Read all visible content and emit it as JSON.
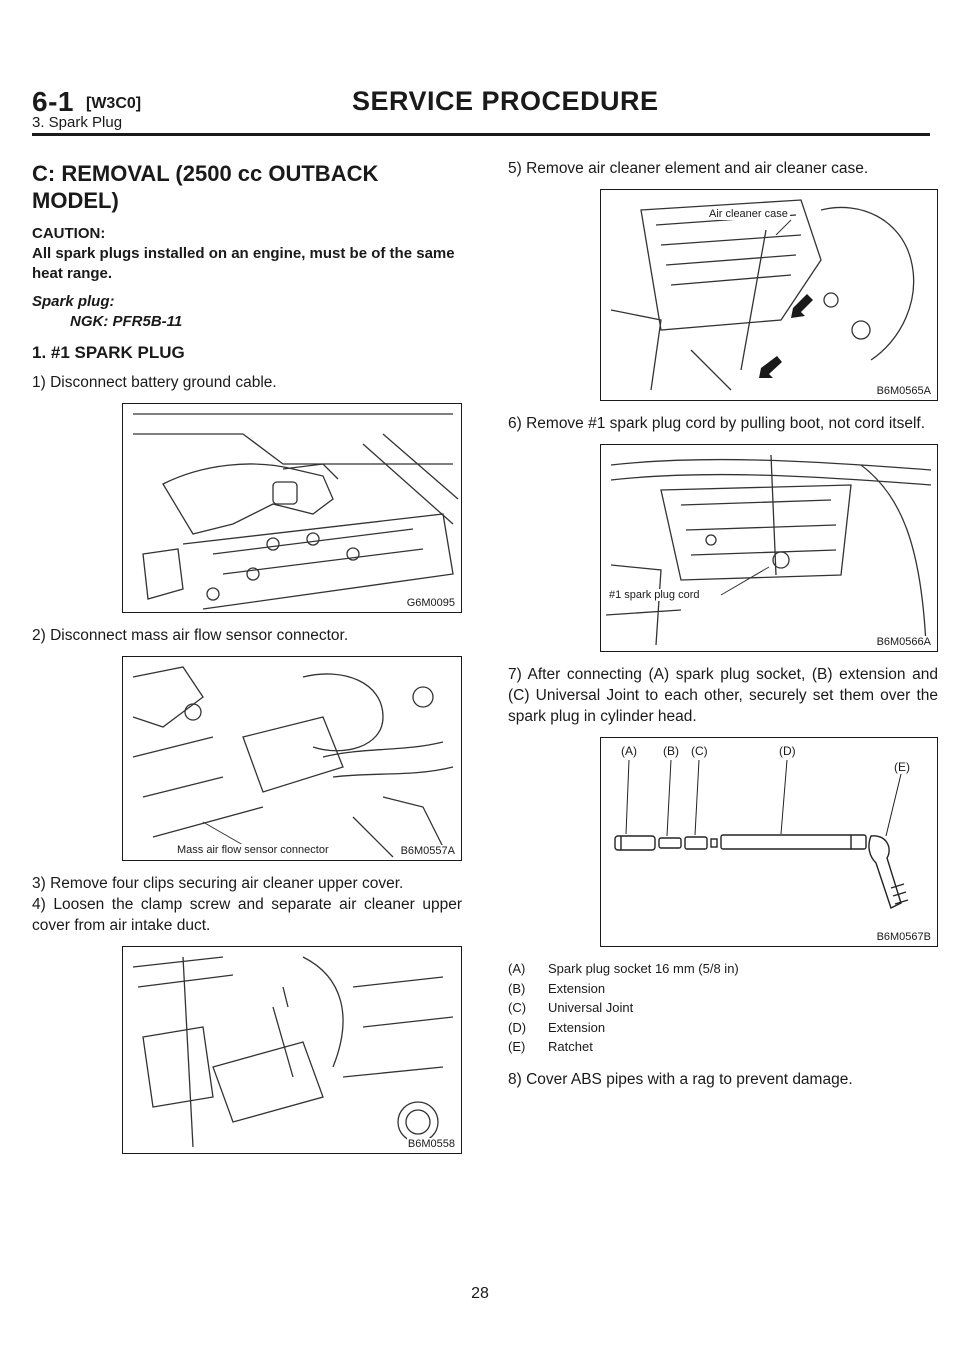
{
  "header": {
    "chapter": "6-1",
    "code": "[W3C0]",
    "title": "SERVICE PROCEDURE",
    "subtitle": "3. Spark Plug"
  },
  "left": {
    "section_title": "C: REMOVAL (2500 cc OUTBACK MODEL)",
    "caution_heading": "CAUTION:",
    "caution_text": "All spark plugs installed on an engine, must be of the same heat range.",
    "spec_heading": "Spark plug:",
    "spec_value": "NGK: PFR5B-11",
    "subsection_title": "1. #1 SPARK PLUG",
    "step1": "1) Disconnect battery ground cable.",
    "fig1_code": "G6M0095",
    "step2": "2) Disconnect mass air flow sensor connector.",
    "fig2_code": "B6M0557A",
    "fig2_label": "Mass air flow sensor connector",
    "step3": "3) Remove four clips securing air cleaner upper cover.",
    "step4": "4) Loosen the clamp screw and separate air cleaner upper cover from air intake duct.",
    "fig3_code": "B6M0558"
  },
  "right": {
    "step5": "5) Remove air cleaner element and air cleaner case.",
    "fig4_code": "B6M0565A",
    "fig4_label": "Air cleaner case",
    "step6": "6) Remove #1 spark plug cord by pulling boot, not cord itself.",
    "fig5_code": "B6M0566A",
    "fig5_label": "#1 spark plug cord",
    "step7": "7) After connecting (A) spark plug socket, (B) extension and (C) Universal Joint to each other, securely set them over the spark plug in cylinder head.",
    "fig6_code": "B6M0567B",
    "fig6_callouts": [
      "(A)",
      "(B)",
      "(C)",
      "(D)",
      "(E)"
    ],
    "legend": [
      {
        "key": "(A)",
        "text": "Spark plug socket 16 mm (5/8 in)"
      },
      {
        "key": "(B)",
        "text": "Extension"
      },
      {
        "key": "(C)",
        "text": "Universal Joint"
      },
      {
        "key": "(D)",
        "text": "Extension"
      },
      {
        "key": "(E)",
        "text": "Ratchet"
      }
    ],
    "step8": "8) Cover ABS pipes with a rag to prevent damage."
  },
  "page_number": "28"
}
